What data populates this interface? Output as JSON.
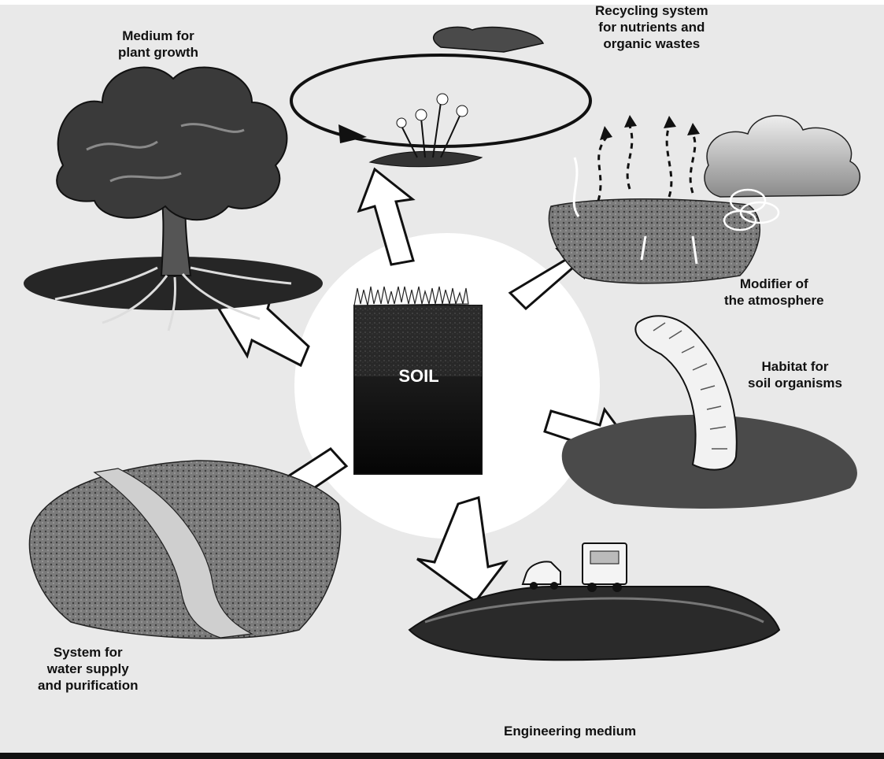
{
  "center": {
    "label": "SOIL"
  },
  "functions": [
    {
      "id": "plant",
      "lines": [
        "Medium for",
        "plant growth"
      ]
    },
    {
      "id": "recycling",
      "lines": [
        "Recycling system",
        "for nutrients and",
        "organic wastes"
      ]
    },
    {
      "id": "atmosphere",
      "lines": [
        "Modifier of",
        "the atmosphere"
      ]
    },
    {
      "id": "habitat",
      "lines": [
        "Habitat for",
        "soil organisms"
      ]
    },
    {
      "id": "water",
      "lines": [
        "System for",
        "water supply",
        "and purification"
      ]
    },
    {
      "id": "engineering",
      "lines": [
        "Engineering medium"
      ]
    }
  ]
}
